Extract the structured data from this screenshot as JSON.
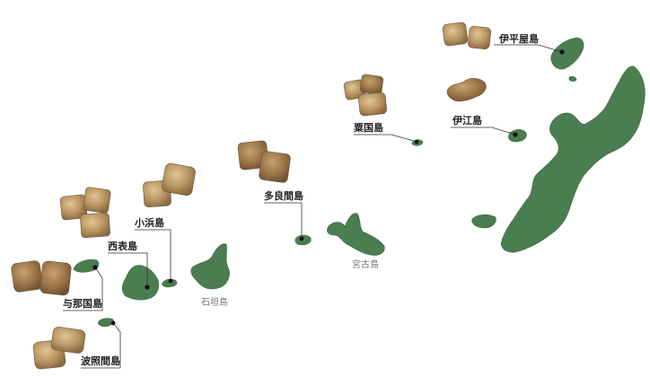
{
  "colors": {
    "land": "#4a7d4f",
    "sugar_light": "#c9a878",
    "sugar_dark": "#a07d52",
    "sugar_darkest": "#8a6a44"
  },
  "labels": {
    "iheya": "伊平屋島",
    "ie": "伊江島",
    "aguni": "粟国島",
    "tarama": "多良間島",
    "miyako": "宮古島",
    "kohama": "小浜島",
    "iriomote": "西表島",
    "ishigaki": "石垣島",
    "yonaguni": "与那国島",
    "hateruma": "波照間島"
  },
  "icons": {
    "product": "brown-sugar-cube-icon"
  }
}
